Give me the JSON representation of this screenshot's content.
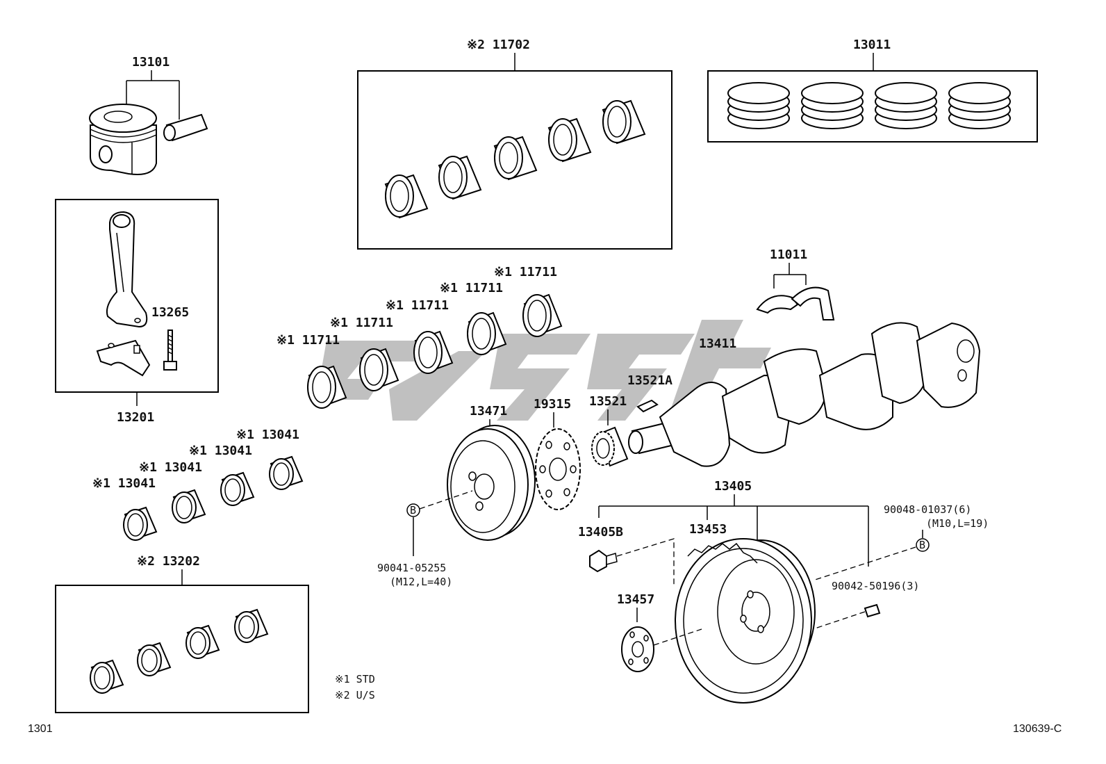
{
  "labels": {
    "p13101": "13101",
    "p11702": "※2 11702",
    "p13011": "13011",
    "p11011": "11011",
    "p13265": "13265",
    "p13201": "13201",
    "p11711_a": "※1 11711",
    "p11711_b": "※1 11711",
    "p11711_c": "※1 11711",
    "p11711_d": "※1 11711",
    "p11711_e": "※1 11711",
    "p13411": "13411",
    "p13521A": "13521A",
    "p13471": "13471",
    "p19315": "19315",
    "p13521": "13521",
    "p13041_a": "※1 13041",
    "p13041_b": "※1 13041",
    "p13041_c": "※1 13041",
    "p13041_d": "※1 13041",
    "p13405": "13405",
    "p13405B": "13405B",
    "p13453": "13453",
    "p13457": "13457",
    "p13202": "※2 13202",
    "bolt_900480": "90048-01037(6)",
    "bolt_900480_spec": "(M10,L=19)",
    "bolt_900410": "90041-05255",
    "bolt_900410_spec": "(M12,L=40)",
    "pin_900425": "90042-50196(3)",
    "ref_b1": "B",
    "ref_b2": "B"
  },
  "legend": {
    "std": "※1 STD",
    "us": "※2 U/S"
  },
  "footer": {
    "left": "1301",
    "right": "130639-C"
  }
}
